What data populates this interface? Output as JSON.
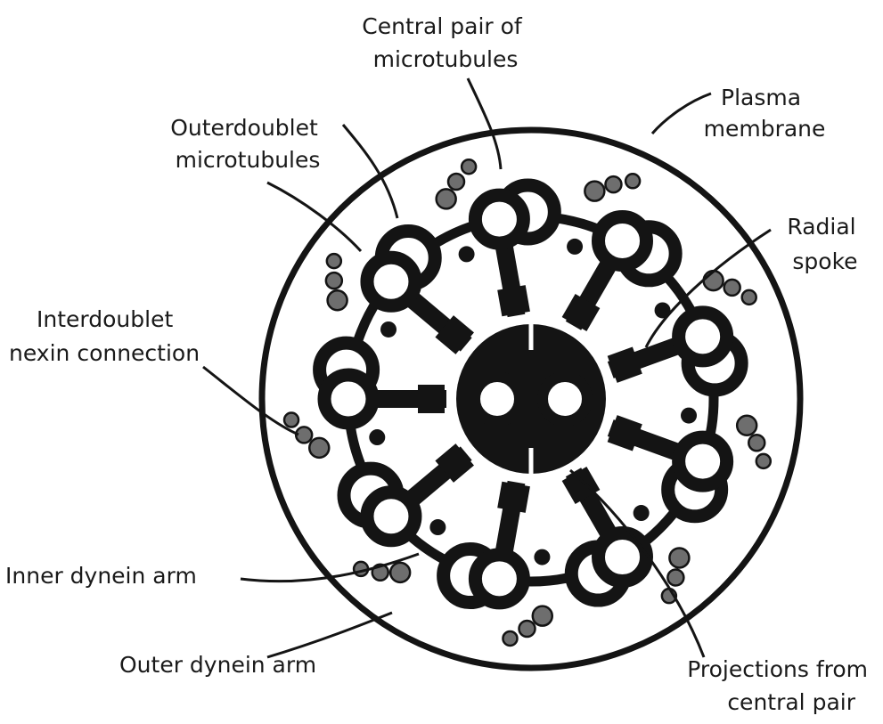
{
  "labels": {
    "central_pair": [
      "Central pair of",
      "microtubules"
    ],
    "plasma_membrane": [
      "Plasma",
      "membrane"
    ],
    "outer_doublet": [
      "Outerdoublet",
      "microtubules"
    ],
    "radial_spoke": [
      "Radial",
      "spoke"
    ],
    "nexin": [
      "Interdoublet",
      "nexin connection"
    ],
    "inner_dynein": [
      "Inner dynein arm"
    ],
    "outer_dynein": [
      "Outer dynein arm"
    ],
    "projections": [
      "Projections from",
      "central pair"
    ]
  },
  "colors": {
    "ink": "#141414",
    "arm_fill": "#6e6e6e",
    "background": "#ffffff"
  }
}
